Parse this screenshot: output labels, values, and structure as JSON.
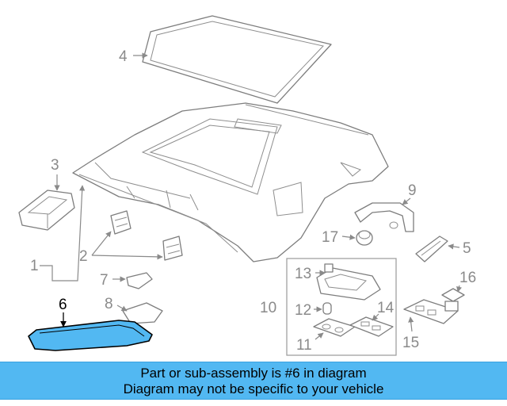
{
  "diagram": {
    "callouts": {
      "c1": "1",
      "c2": "2",
      "c3": "3",
      "c4": "4",
      "c5": "5",
      "c6": "6",
      "c7": "7",
      "c8": "8",
      "c9": "9",
      "c10": "10",
      "c11": "11",
      "c12": "12",
      "c13": "13",
      "c14": "14",
      "c15": "15",
      "c16": "16",
      "c17": "17"
    },
    "highlighted_part": "6",
    "highlight_color": "#52b8f2"
  },
  "banner": {
    "line1": "Part or sub-assembly is #6 in diagram",
    "line2": "Diagram may not be specific to your vehicle"
  }
}
